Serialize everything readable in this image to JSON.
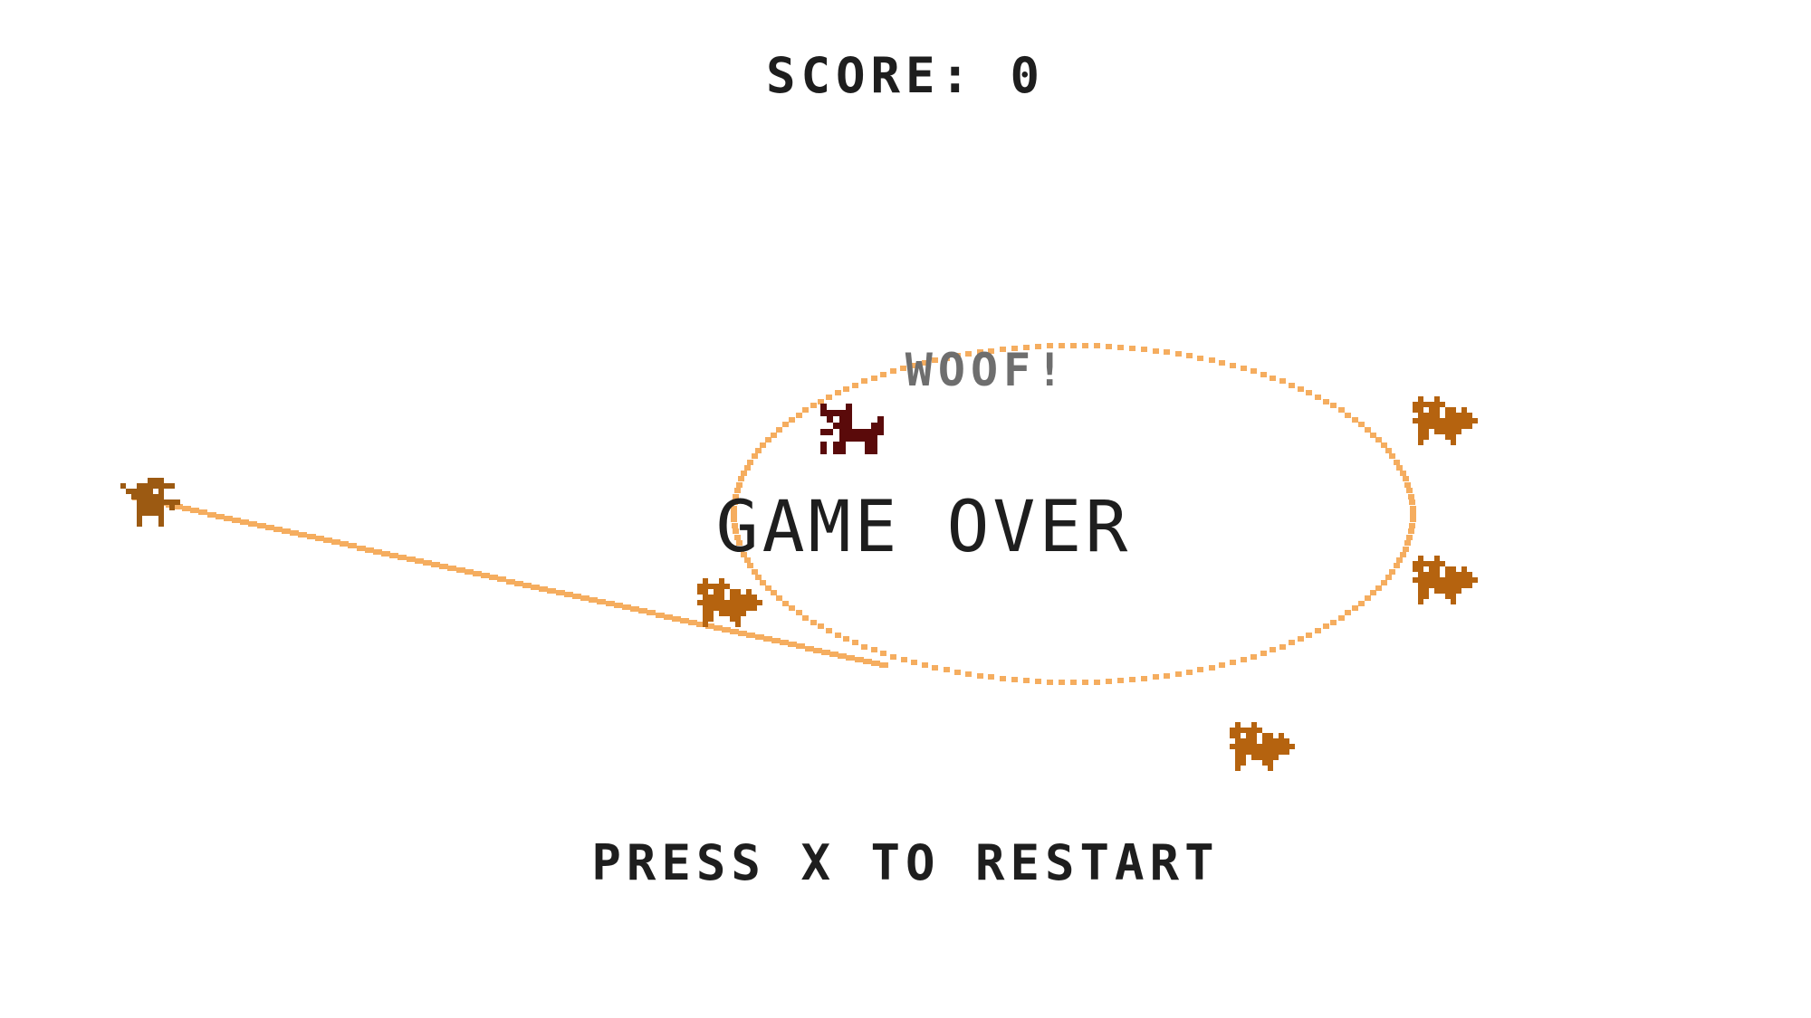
{
  "hud": {
    "score_text": "SCORE: 0",
    "bark_text": "WOOF!",
    "game_over_text": "GAME OVER",
    "restart_prompt": "PRESS X TO RESTART"
  },
  "colors": {
    "background": "#ffffff",
    "text": "#1e1e1e",
    "bark_text": "#6e6e6e",
    "lasso": "#f5ad5f",
    "cattle": "#b5630f",
    "dog": "#5a0a0a",
    "cowboy": "#9c5a12"
  },
  "sprites": {
    "cowboy": "cowboy-sprite",
    "dog": "dog-sprite",
    "cattle": "cattle-sprite"
  }
}
